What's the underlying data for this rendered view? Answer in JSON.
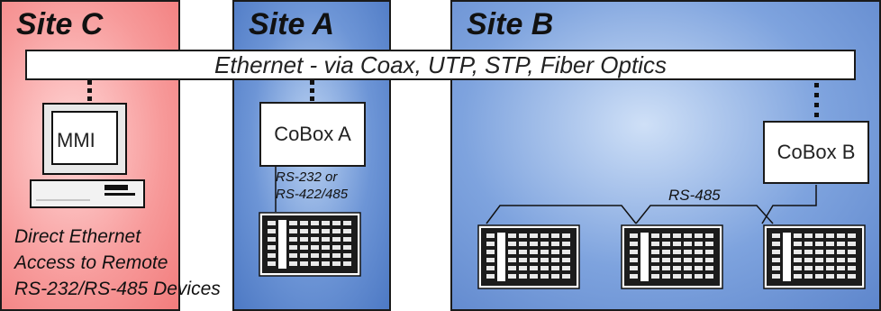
{
  "sites": [
    {
      "id": "site-c",
      "title": "Site C"
    },
    {
      "id": "site-a",
      "title": "Site A"
    },
    {
      "id": "site-b",
      "title": "Site B"
    }
  ],
  "ethernet": {
    "label": "Ethernet - via Coax, UTP, STP, Fiber Optics"
  },
  "site_c": {
    "monitor_label": "MMI",
    "note_lines": [
      "Direct Ethernet",
      "Access to Remote",
      "RS-232/RS-485 Devices"
    ]
  },
  "site_a": {
    "cobox_label": "CoBox A",
    "link_label_line1": "RS-232 or",
    "link_label_line2": "RS-422/485"
  },
  "site_b": {
    "cobox_label": "CoBox B",
    "bus_label": "RS-485"
  },
  "colors": {
    "site_c_bg": "#f79a9a",
    "site_a_bg": "#6d95d6",
    "site_b_bg": "#7ea3de"
  }
}
